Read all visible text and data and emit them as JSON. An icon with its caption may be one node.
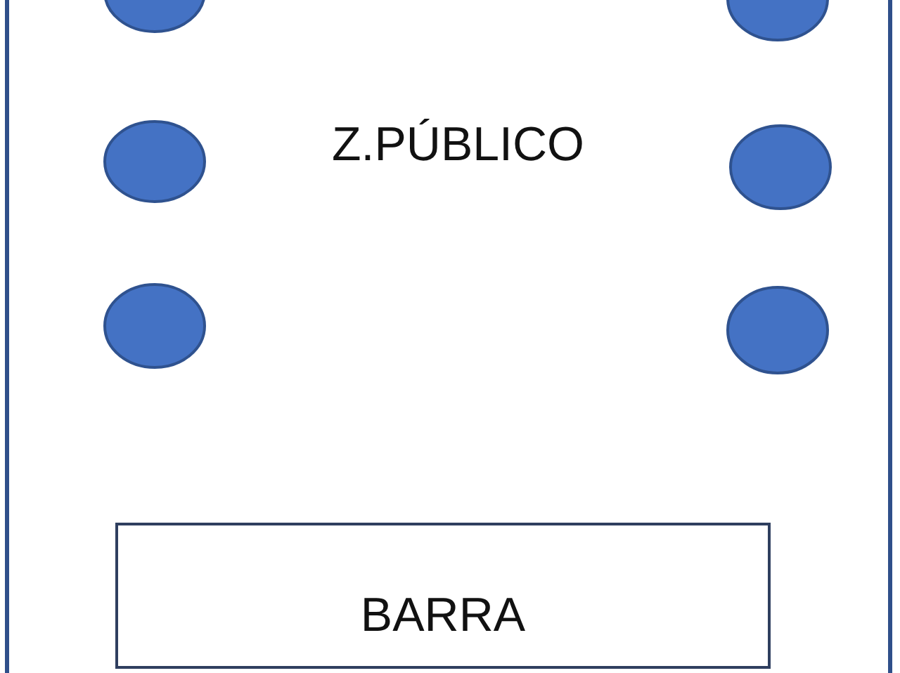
{
  "diagram": {
    "nodes": [
      {
        "text": [],
        "shape": "circle"
      },
      {
        "text": [],
        "shape": "circle"
      },
      {
        "text": [],
        "shape": "circle"
      },
      {
        "text": [],
        "shape": "circle"
      },
      {
        "text": [],
        "shape": "circle"
      },
      {
        "text": [],
        "shape": "circle"
      },
      {
        "text": [
          "BARRA"
        ]
      }
    ],
    "labels": [
      "Z.PÚBLICO"
    ]
  }
}
